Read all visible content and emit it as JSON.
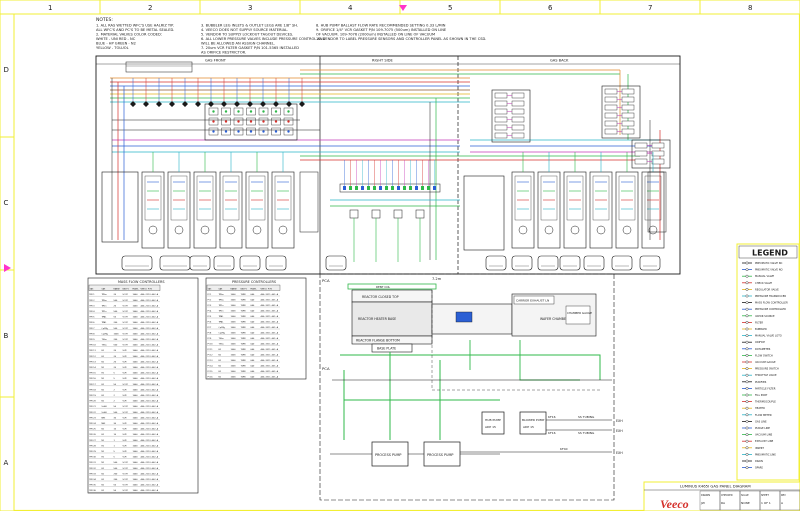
{
  "sheet": {
    "border_color": "#f2ef34",
    "columns": [
      "1",
      "2",
      "3",
      "4",
      "5",
      "6",
      "7",
      "8"
    ],
    "rows": [
      "D",
      "C",
      "B",
      "A"
    ]
  },
  "notes": {
    "heading": "NOTES:",
    "lines": [
      "1. ALL RAS WETTED WFC'S USE HALRIZ TIP.",
      "   ALL WFC'S AND PC'S TO BE METAL SEALED.",
      "2. MATERIAL VALVES COLOR CODED:",
      "   WHITE - UNI     RED - NC",
      "   BLUE - HP     GREEN - N2",
      "   YELLOW - TOLUOL",
      "3. BUBBLER LEG INLETS & OUTLET LEGS ARE 1/8\" SH.",
      "4. VEECO DOES NOT SUPPLY SOURCE MATERIAL.",
      "5. VENDOR TO SUPPLY LOCKOUT TAGOUT DEVICES.",
      "6. ALL LOWER PRESSURE VALVES INCLUDE PRESSURE CONTROL AND",
      "   WILL BE ALLOWED AN ASSIGN CHANNEL.",
      "7. 20um VCR FILTER GASKET P/N 101-5365 INSTALLED",
      "   AS ORIFICE RESTRICTOR.",
      "8. HUB PUMP BALLAST FLOW RATE RECOMMENDED SETTING 0.33 L/MIN",
      "9. ORIFICE 1/4\" VCR GASKET P/N 109-7075 (500um) INSTALLED ON LINE",
      "   OF VACUUM. 109-7076 (2000um) INSTALLED ON LINE OF VACUUM",
      "10. VENDOR TO LABEL PRESSURE SENSORS AND CONTROLLER PANEL AS SHOWN IN THE CSD."
    ]
  },
  "sections": {
    "left": "GAS FRONT",
    "middle": "RIGHT SIDE",
    "right": "GAS BACK"
  },
  "chamber": {
    "lid": "REACTOR CLOSED TOP",
    "heater": "REACTOR HEATER BASE",
    "flange": "REACTOR FLANGE BOTTOM",
    "port": "BASE PLATE",
    "carrier": "CARRIER EXHAUST LN",
    "wafer": "WAFER CHAMBER",
    "sensor": "CHAMBER GAUGE",
    "top_label": "RENT COL"
  },
  "vacuum": {
    "pump1": "PROCESS PUMP",
    "pump2": "PROCESS PUMP",
    "hub": "HUB PUMP",
    "hub_model": "ADP 15",
    "blower": "BLOWER PUMP",
    "blower_model": "ADP 15",
    "exh1": "EXH",
    "exh2": "EXH",
    "exh3": "EXH",
    "tube1": "SS TUBING",
    "tube2": "SS TUBING",
    "kf1": "KF16",
    "kf2": "KF16",
    "kf3": "KF40",
    "pca1": "PCA",
    "pca2": "PCA",
    "seven": "7.2m"
  },
  "table1": {
    "title": "MASS FLOW CONTROLLERS",
    "headers": [
      "TAG",
      "GAS",
      "RANGE",
      "UNITS",
      "MODEL",
      "VEECO P/N"
    ],
    "rows": [
      [
        "MFC1",
        "TMGa",
        "20",
        "SCCM",
        "1660",
        "400-2213-002-A"
      ],
      [
        "MFC2",
        "TMGa",
        "500",
        "SCCM",
        "1660",
        "400-2213-002-A"
      ],
      [
        "MFC3",
        "TMIn",
        "20",
        "SCCM",
        "1660",
        "400-2213-002-A"
      ],
      [
        "MFC4",
        "TMIn",
        "500",
        "SCCM",
        "1660",
        "400-2213-002-A"
      ],
      [
        "MFC5",
        "TMAl",
        "50",
        "SCCM",
        "1660",
        "400-2213-002-A"
      ],
      [
        "MFC6",
        "TMAl",
        "200",
        "SCCM",
        "1660",
        "400-2213-002-A"
      ],
      [
        "MFC7",
        "Cp2Mg",
        "500",
        "SCCM",
        "1660",
        "400-2213-002-A"
      ],
      [
        "MFC8",
        "Cp2Mg",
        "1000",
        "SCCM",
        "1660",
        "400-2213-002-A"
      ],
      [
        "MFC9",
        "TEGa",
        "200",
        "SCCM",
        "1660",
        "400-2213-002-A"
      ],
      [
        "MFC10",
        "TEGa",
        "500",
        "SCCM",
        "1660",
        "400-2213-002-A"
      ],
      [
        "MFC11",
        "H2",
        "20",
        "SLM",
        "1660",
        "400-2213-002-A"
      ],
      [
        "MFC12",
        "H2",
        "20",
        "SLM",
        "1660",
        "400-2213-002-A"
      ],
      [
        "MFC13",
        "N2",
        "20",
        "SLM",
        "1660",
        "400-2213-002-A"
      ],
      [
        "MFC14",
        "N2",
        "20",
        "SLM",
        "1660",
        "400-2213-002-A"
      ],
      [
        "MFC15",
        "H2",
        "5",
        "SLM",
        "1660",
        "400-2213-002-A"
      ],
      [
        "MFC16",
        "N2",
        "5",
        "SLM",
        "1660",
        "400-2213-002-A"
      ],
      [
        "MFC17",
        "H2",
        "50",
        "SCCM",
        "1660",
        "400-2213-002-A"
      ],
      [
        "MFC18",
        "N2",
        "2",
        "SLM",
        "1660",
        "400-2213-002-A"
      ],
      [
        "MFC19",
        "H2",
        "2",
        "SLM",
        "1660",
        "400-2213-002-A"
      ],
      [
        "MFC20",
        "N2",
        "2",
        "SLM",
        "1660",
        "400-2213-002-A"
      ],
      [
        "MFC21",
        "SiH4",
        "50",
        "SCCM",
        "1660",
        "400-2213-002-A"
      ],
      [
        "MFC22",
        "SiH4",
        "500",
        "SCCM",
        "1660",
        "400-2213-002-A"
      ],
      [
        "MFC23",
        "NH3",
        "30",
        "SLM",
        "1660",
        "400-2213-002-A"
      ],
      [
        "MFC24",
        "NH3",
        "30",
        "SLM",
        "1660",
        "400-2213-002-A"
      ],
      [
        "MFC25",
        "N2",
        "10",
        "SLM",
        "1660",
        "400-2213-002-A"
      ],
      [
        "MFC26",
        "H2",
        "10",
        "SLM",
        "1660",
        "400-2213-002-A"
      ],
      [
        "MFC27",
        "N2",
        "1",
        "SLM",
        "1660",
        "400-2213-002-A"
      ],
      [
        "MFC28",
        "H2",
        "1",
        "SLM",
        "1660",
        "400-2213-002-A"
      ],
      [
        "MFC29",
        "N2",
        "5",
        "SLM",
        "1660",
        "400-2213-002-A"
      ],
      [
        "MFC30",
        "H2",
        "5",
        "SLM",
        "1660",
        "400-2213-002-A"
      ],
      [
        "MFC31",
        "N2",
        "500",
        "SCCM",
        "1660",
        "400-2213-002-A"
      ],
      [
        "MFC32",
        "H2",
        "500",
        "SCCM",
        "1660",
        "400-2213-002-A"
      ],
      [
        "MFC33",
        "N2",
        "200",
        "SCCM",
        "1660",
        "400-2213-002-A"
      ],
      [
        "MFC34",
        "H2",
        "200",
        "SCCM",
        "1660",
        "400-2213-002-A"
      ],
      [
        "MFC35",
        "N2",
        "50",
        "SCCM",
        "1660",
        "400-2213-002-A"
      ],
      [
        "MFC36",
        "H2",
        "50",
        "SCCM",
        "1660",
        "400-2213-002-A"
      ]
    ]
  },
  "table2": {
    "title": "PRESSURE CONTROLLERS",
    "headers": [
      "TAG",
      "GAS",
      "RANGE",
      "UNITS",
      "MODEL",
      "VEECO P/N"
    ],
    "rows": [
      [
        "PC1",
        "TMGa",
        "1000",
        "TORR",
        "640",
        "400-3311-001-A"
      ],
      [
        "PC2",
        "TMGa",
        "1000",
        "TORR",
        "640",
        "400-3311-001-A"
      ],
      [
        "PC3",
        "TMIn",
        "1000",
        "TORR",
        "640",
        "400-3311-001-A"
      ],
      [
        "PC4",
        "TMIn",
        "1000",
        "TORR",
        "640",
        "400-3311-001-A"
      ],
      [
        "PC5",
        "TMAl",
        "1000",
        "TORR",
        "640",
        "400-3311-001-A"
      ],
      [
        "PC6",
        "TMAl",
        "1000",
        "TORR",
        "640",
        "400-3311-001-A"
      ],
      [
        "PC7",
        "Cp2Mg",
        "1000",
        "TORR",
        "640",
        "400-3311-001-A"
      ],
      [
        "PC8",
        "Cp2Mg",
        "1000",
        "TORR",
        "640",
        "400-3311-001-A"
      ],
      [
        "PC9",
        "TEGa",
        "1000",
        "TORR",
        "640",
        "400-3311-001-A"
      ],
      [
        "PC10",
        "TEGa",
        "1000",
        "TORR",
        "640",
        "400-3311-001-A"
      ],
      [
        "PC11",
        "H2",
        "1000",
        "TORR",
        "640",
        "400-3311-001-A"
      ],
      [
        "PC12",
        "N2",
        "1000",
        "TORR",
        "640",
        "400-3311-001-A"
      ],
      [
        "PC13",
        "H2",
        "1000",
        "TORR",
        "640",
        "400-3311-001-A"
      ],
      [
        "PC14",
        "N2",
        "1000",
        "TORR",
        "640",
        "400-3311-001-A"
      ],
      [
        "PC15",
        "H2",
        "1000",
        "TORR",
        "640",
        "400-3311-001-A"
      ],
      [
        "PC16",
        "N2",
        "1000",
        "TORR",
        "640",
        "400-3311-001-A"
      ]
    ]
  },
  "legend": {
    "title": "LEGEND",
    "items": [
      "PNEUMATIC VALVE NC",
      "PNEUMATIC VALVE NO",
      "MANUAL VALVE",
      "CHECK VALVE",
      "REGULATOR VALVE",
      "PRESSURE TRANSDUCER",
      "MASS FLOW CONTROLLER",
      "PRESSURE CONTROLLER",
      "VAPOR SOURCE",
      "FILTER",
      "BUBBLER",
      "MANUAL VALVE LOTO",
      "ORIFICE",
      "ROTAMETER",
      "FLOW SWITCH",
      "VACUUM GAUGE",
      "PRESSURE SWITCH",
      "THROTTLE VALVE",
      "PURIFIER",
      "PARTICLE FILTER",
      "FILL PORT",
      "THERMOCOUPLE",
      "HEATER",
      "FLOW METER",
      "GAS LINE",
      "PURGE LINE",
      "VACUUM LINE",
      "EXHAUST LINE",
      "INSERT",
      "PNEUMATIC LINE",
      "DRAIN",
      "SPARE"
    ]
  },
  "title_block": {
    "drawing_title": "LUMINUS K465I GAS PANEL DIAGRAM",
    "company": "Veeco",
    "labels": [
      "DRAWN",
      "CHECKED",
      "SCALE",
      "SHEET",
      "REV"
    ],
    "values": [
      "JW",
      "RA",
      "NONE",
      "1 OF 1",
      "A"
    ]
  },
  "colors": {
    "black": "#1a1a1a",
    "red": "#d4302b",
    "blue": "#2b5fd4",
    "green": "#2fb84a",
    "yellow": "#e2b41e",
    "orange": "#e08a2c",
    "cyan": "#28b4c8",
    "magenta": "#c43ab8",
    "brown": "#8b5a2b",
    "marker": "#ff33cc"
  }
}
